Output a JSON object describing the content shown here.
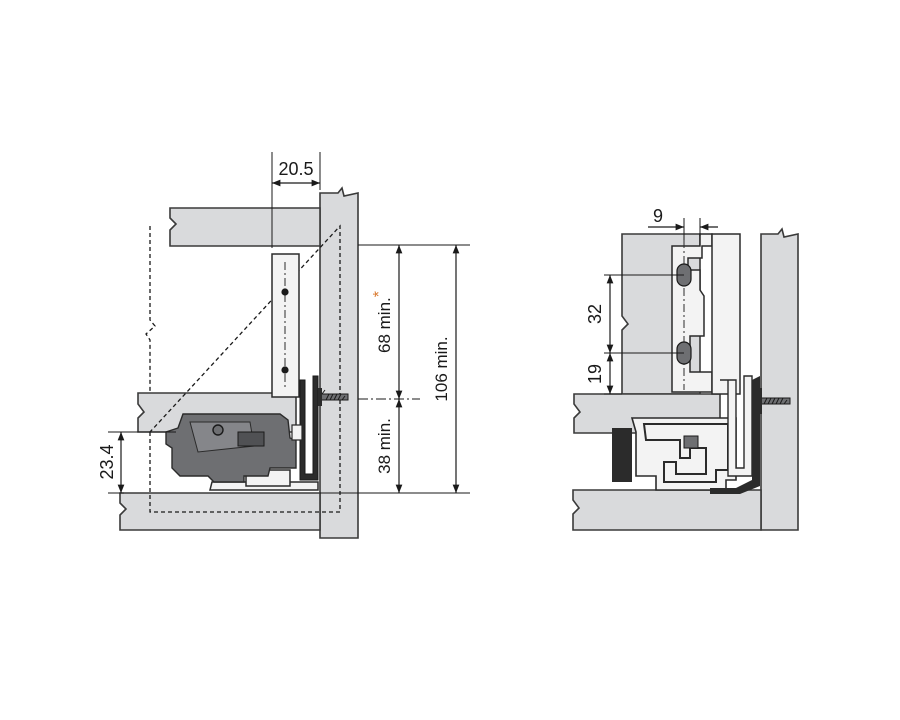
{
  "colors": {
    "panel_fill": "#d9dadc",
    "panel_stroke": "#3a3a3a",
    "part_dark": "#2b2b2b",
    "part_mid": "#6e6f72",
    "part_light": "#f3f3f3",
    "dim_line": "#1a1a1a",
    "asterisk": "#d9772b"
  },
  "left_view": {
    "dim_top": "20.5",
    "dim_68": "68 min.",
    "dim_68_star": "*",
    "dim_106": "106 min.",
    "dim_38": "38 min.",
    "dim_23": "23.4"
  },
  "right_view": {
    "dim_9": "9",
    "dim_32": "32",
    "dim_19": "19"
  }
}
